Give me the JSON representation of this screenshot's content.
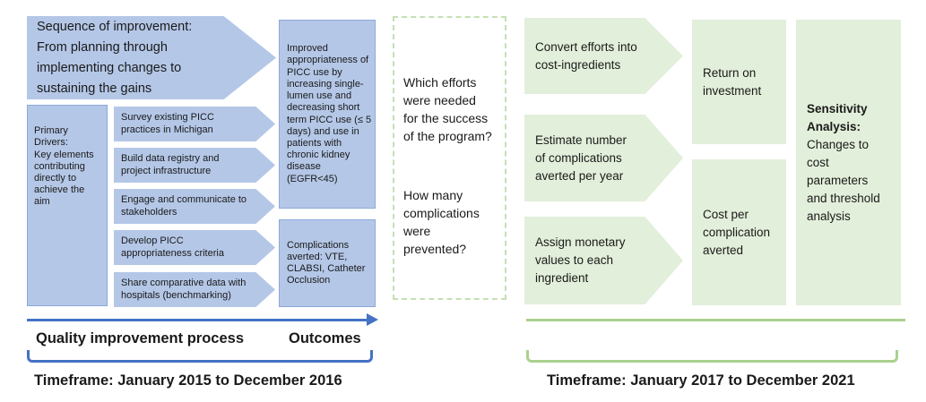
{
  "left_section": {
    "sequence_arrow": "Sequence of improvement:\nFrom planning through\nimplementing changes to\nsustaining the gains",
    "primary_drivers": "Primary\nDrivers:\nKey elements\ncontributing\ndirectly to\nachieve the\naim",
    "driver_arrows": [
      "Survey existing PICC\npractices in Michigan",
      "Build data registry and\nproject infrastructure",
      "Engage and communicate to\nstakeholders",
      "Develop PICC\nappropriateness criteria",
      "Share comparative data with\nhospitals (benchmarking)"
    ],
    "outcome_improved": "Improved\nappropriateness of\nPICC use by\nincreasing single-\nlumen use and\ndecreasing short\nterm PICC use (≤ 5\ndays) and use in\npatients with\nchronic kidney\ndisease (EGFR<45)",
    "outcome_complications": "Complications\naverted: VTE,\nCLABSI, Catheter\nOcclusion",
    "process_label": "Quality improvement process",
    "outcomes_label": "Outcomes",
    "timeframe": "Timeframe: January 2015 to December 2016"
  },
  "questions_box": {
    "question1": "Which efforts\nwere needed\nfor the success\nof the program?",
    "question2": "How many\ncomplications\nwere\nprevented?"
  },
  "right_section": {
    "step_arrows": [
      "Convert efforts into\ncost-ingredients",
      "Estimate number\nof complications\naverted per year",
      "Assign monetary\nvalues to each\ningredient"
    ],
    "roi_box": "Return on\ninvestment",
    "cost_box": "Cost per\ncomplication\naverted",
    "sensitivity_title": "Sensitivity\nAnalysis:",
    "sensitivity_body": "Changes to\ncost\nparameters\nand threshold\nanalysis",
    "timeframe": "Timeframe: January 2017 to December 2021"
  },
  "colors": {
    "blue_fill": "#b4c7e7",
    "blue_accent": "#4472c4",
    "green_fill": "#e2efda",
    "green_dash": "#c5e0b4",
    "green_accent": "#a9d18e",
    "text_color": "#1a1a1a"
  }
}
